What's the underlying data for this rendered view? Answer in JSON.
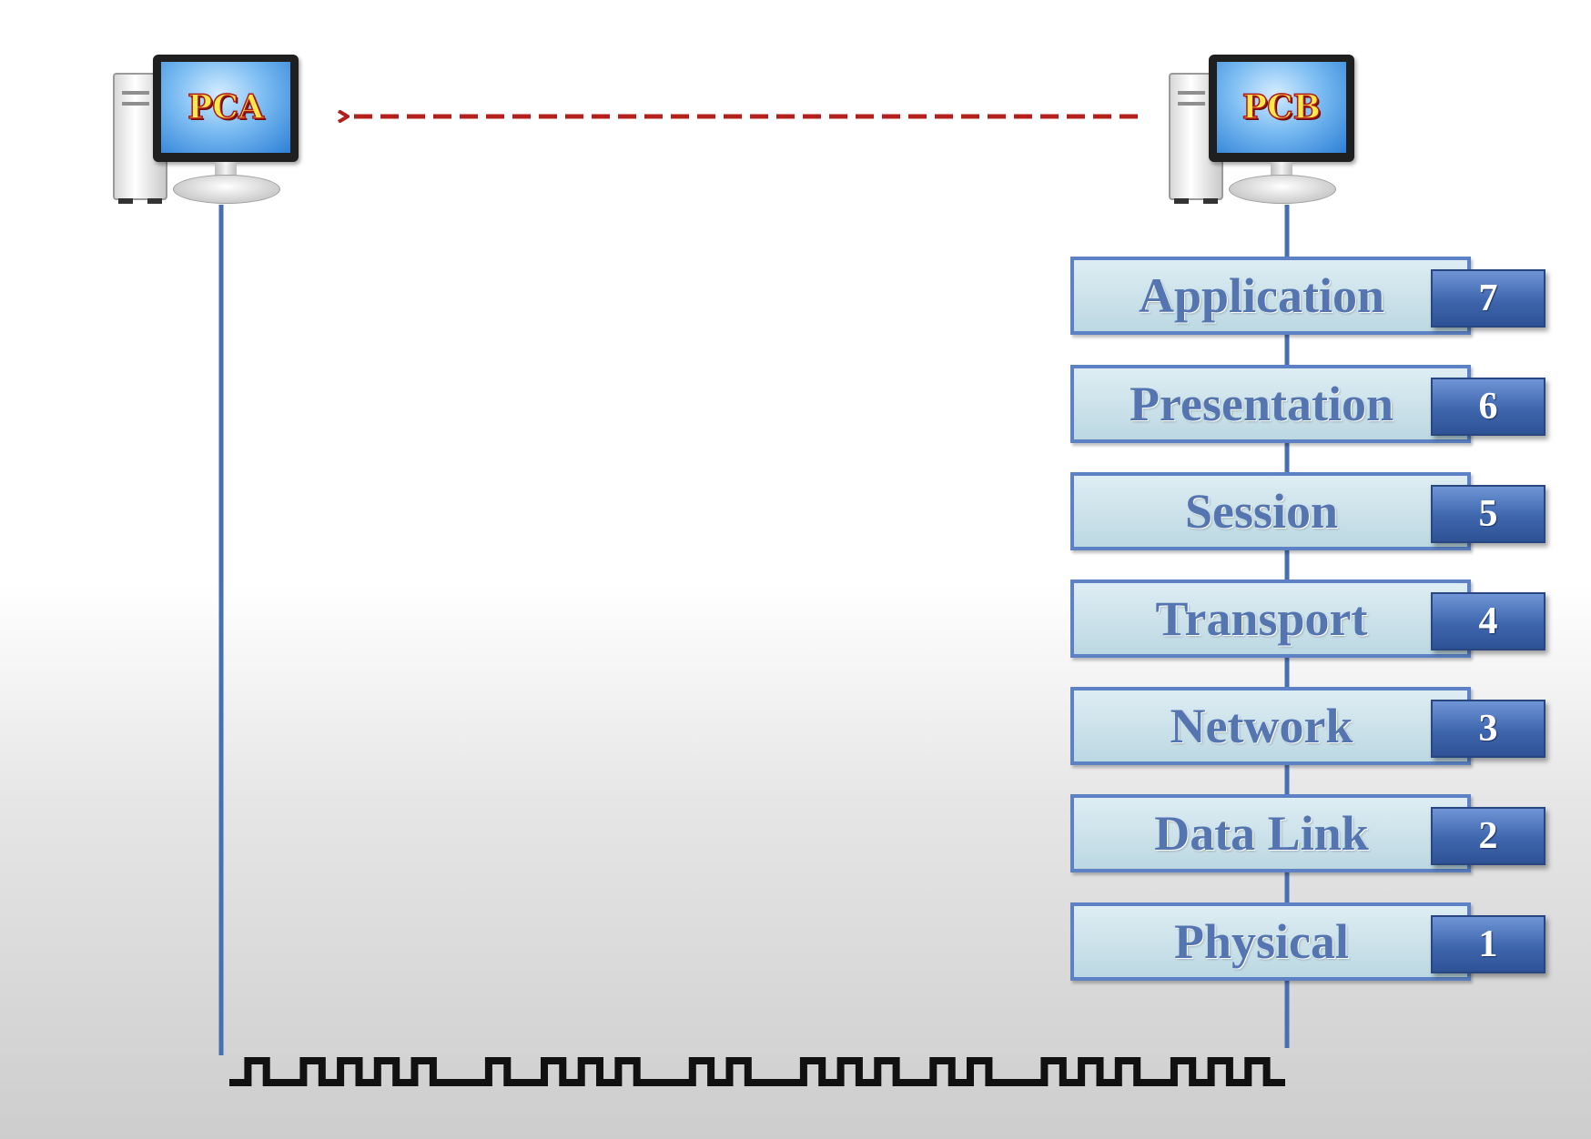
{
  "hosts": [
    {
      "id": "pc-a",
      "label": "PCA"
    },
    {
      "id": "pc-b",
      "label": "PCB"
    }
  ],
  "arrow": {
    "style": "dashed",
    "direction": "PCB to PCA",
    "color": "#b3201c"
  },
  "osi_layers": [
    {
      "name": "Application",
      "number": "7"
    },
    {
      "name": "Presentation",
      "number": "6"
    },
    {
      "name": "Session",
      "number": "5"
    },
    {
      "name": "Transport",
      "number": "4"
    },
    {
      "name": "Network",
      "number": "3"
    },
    {
      "name": "Data Link",
      "number": "2"
    },
    {
      "name": "Physical",
      "number": "1"
    }
  ],
  "signal": {
    "type": "square-wave",
    "bits": [
      0,
      1,
      0,
      0,
      1,
      0,
      1,
      0,
      1,
      0,
      1,
      0,
      0,
      0,
      1,
      0,
      0,
      1,
      0,
      1,
      0,
      1,
      0,
      0,
      0,
      1,
      0,
      1,
      0,
      0,
      0,
      1,
      0,
      1,
      0,
      1,
      0,
      0,
      1,
      0,
      1,
      0,
      0,
      0,
      1,
      0,
      1,
      0,
      1,
      0,
      0,
      1,
      0,
      1,
      0,
      1,
      0
    ]
  },
  "colors": {
    "link_line": "#4a6fb0",
    "layer_border": "#5c82c5",
    "layer_text": "#5575b0",
    "badge": "#3e66ad",
    "signal": "#111111"
  }
}
